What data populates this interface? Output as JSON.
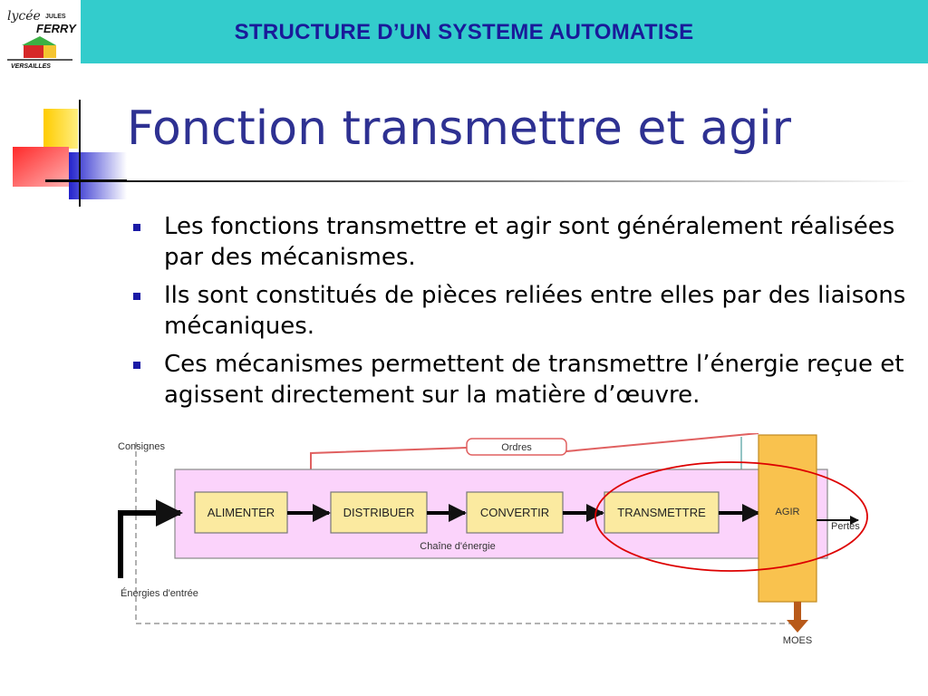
{
  "header": {
    "title": "STRUCTURE D’UN SYSTEME AUTOMATISE",
    "bar_color": "#33cccc",
    "title_color": "#1a1a99"
  },
  "logo": {
    "script": "lycée",
    "jules": "JULES",
    "ferry": "FERRY",
    "city": "VERSAILLES"
  },
  "slide": {
    "title": "Fonction transmettre et agir",
    "title_color": "#2e3192",
    "bullets": [
      "Les fonctions transmettre et agir sont généralement réalisées par des mécanismes.",
      "Ils sont constitués de pièces reliées entre elles par des liaisons mécaniques.",
      "Ces mécanismes permettent de transmettre l’énergie reçue et agissent directement sur la matière d’œuvre."
    ]
  },
  "diagram": {
    "consignes": "Consignes",
    "ordres": "Ordres",
    "boxes": [
      "ALIMENTER",
      "DISTRIBUER",
      "CONVERTIR",
      "TRANSMETTRE"
    ],
    "agir": "AGIR",
    "pertes": "Pertes",
    "chain_label": "Chaîne d'énergie",
    "energies": "Énergies d'entrée",
    "moes": "MOES",
    "colors": {
      "chain_fill": "#fbd3fb",
      "box_fill": "#fbeaa0",
      "agir_fill": "#f9c24e",
      "ordres_stroke": "#e06060",
      "highlight_ellipse": "#dd0000",
      "moes_arrow": "#b85a1a"
    }
  }
}
